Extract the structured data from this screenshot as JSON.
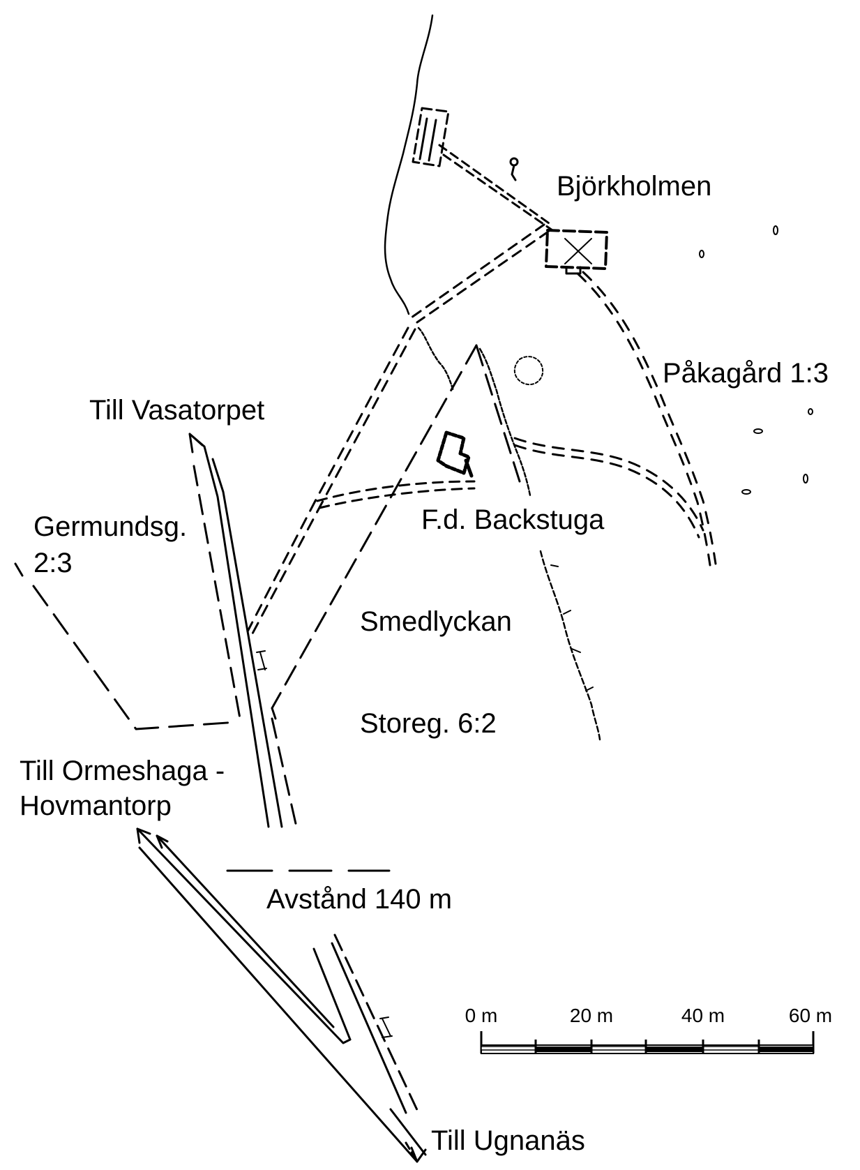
{
  "labels": {
    "bjorkholmen": "Björkholmen",
    "pakagard": "Påkagård 1:3",
    "till_vasatorpet": "Till Vasatorpet",
    "germundsg_1": "Germundsg.",
    "germundsg_2": "2:3",
    "fd_backstuga": "F.d. Backstuga",
    "smedlyckan": "Smedlyckan",
    "storeg": "Storeg. 6:2",
    "till_ormeshaga_1": "Till Ormeshaga -",
    "till_ormeshaga_2": "Hovmantorp",
    "avstand": "Avstånd 140 m",
    "till_ugnanas": "Till Ugnanäs"
  },
  "scale_bar": {
    "ticks": [
      "0 m",
      "20 m",
      "40 m",
      "60 m"
    ]
  },
  "colors": {
    "ink": "#000000",
    "paper": "#ffffff"
  }
}
